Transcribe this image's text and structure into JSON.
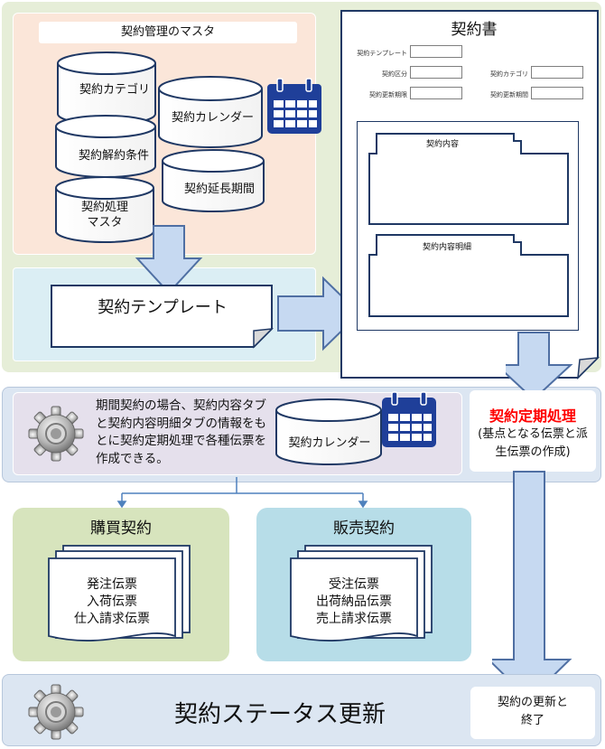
{
  "master": {
    "title": "契約管理のマスタ",
    "cylinders": [
      "契約カテゴリ",
      "契約カレンダー",
      "契約解約条件",
      "契約延長期間",
      "契約処理\nマスタ"
    ]
  },
  "template_label": "契約テンプレート",
  "contract": {
    "title": "契約書",
    "fields": {
      "template": "契約テンプレート",
      "kubun": "契約区分",
      "category": "契約カテゴリ",
      "update_kijun": "契約更新期限",
      "update_kikan": "契約更新期間"
    },
    "tab1": "契約内容",
    "tab2": "契約内容明細"
  },
  "periodic": {
    "description": "期間契約の場合、契約内容タブと契約内容明細タブの情報をもとに契約定期処理で各種伝票を作成できる。",
    "calendar_label": "契約カレンダー",
    "title": "契約定期処理",
    "subtitle": "(基点となる伝票と派生伝票の作成)"
  },
  "purchase": {
    "title": "購買契約",
    "items": "発注伝票\n入荷伝票\n仕入請求伝票"
  },
  "sales": {
    "title": "販売契約",
    "items": "受注伝票\n出荷納品伝票\n売上請求伝票"
  },
  "status": {
    "title": "契約ステータス更新",
    "note": "契約の更新と\n終了"
  },
  "colors": {
    "green_bg": "#e6eed8",
    "peach_bg": "#fbe6d9",
    "lightblue_bg": "#dbeef4",
    "blue_band": "#dce6f2",
    "lavender": "#e5e0ec",
    "arrow_fill": "#c6d9f1",
    "arrow_stroke": "#4f6fa3",
    "purchase_bg": "#d7e4bd",
    "sales_bg": "#b7dde8",
    "red_title": "#ff0000"
  }
}
